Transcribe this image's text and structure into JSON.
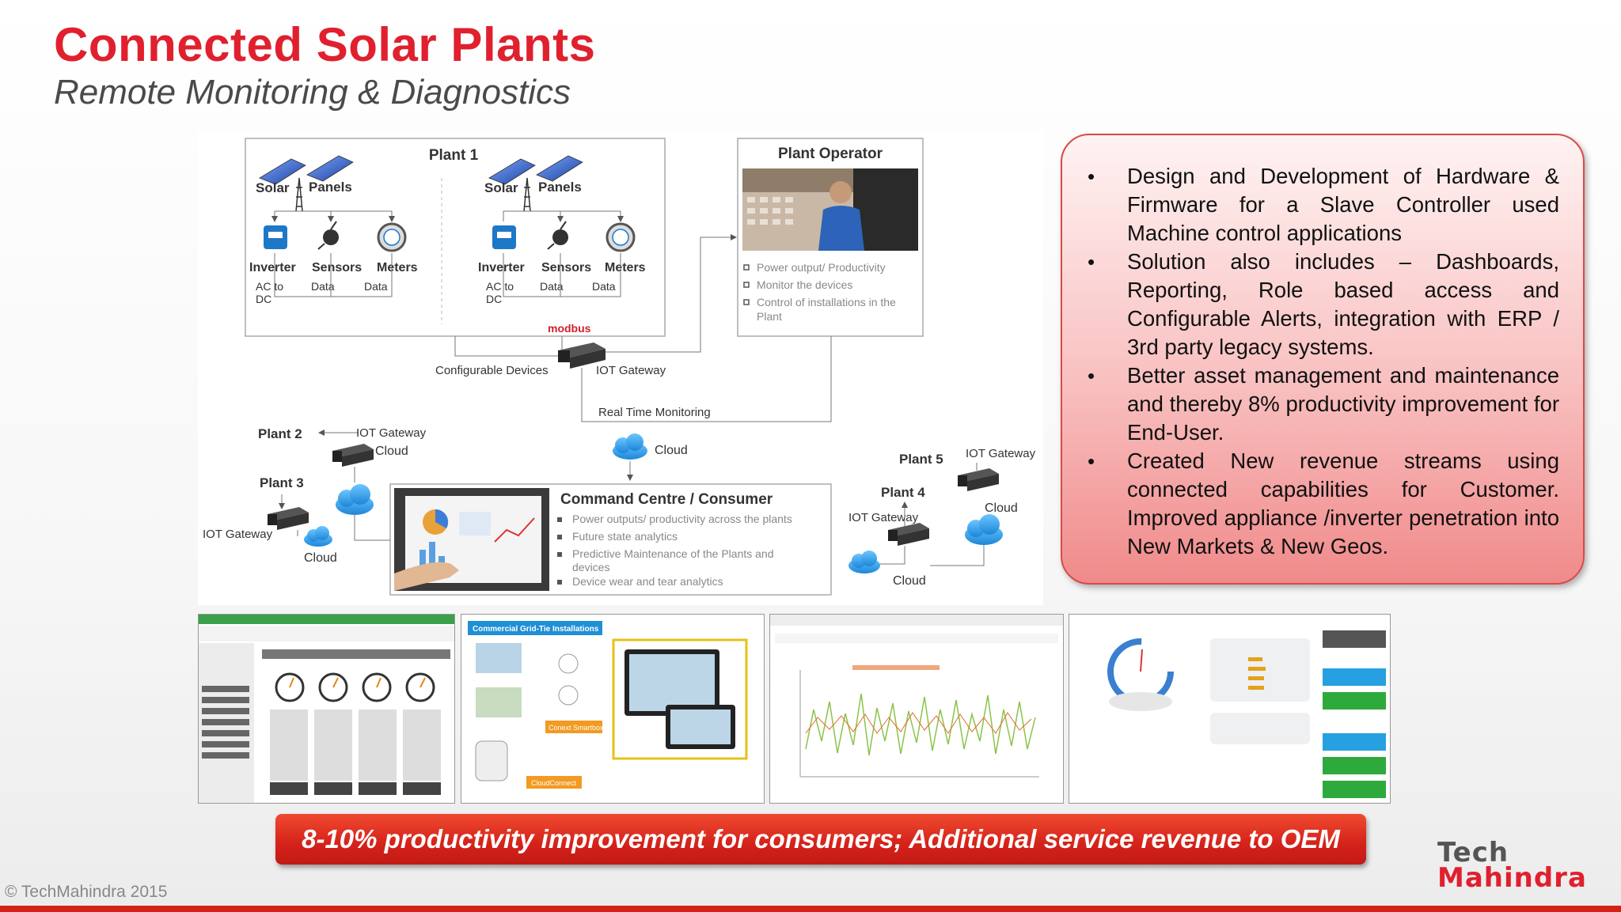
{
  "header": {
    "title": "Connected Solar Plants",
    "subtitle": "Remote Monitoring & Diagnostics"
  },
  "diagram": {
    "plant1": {
      "title": "Plant 1",
      "solar": "Solar",
      "panels": "Panels",
      "inverter": "Inverter",
      "sensors": "Sensors",
      "meters": "Meters",
      "ac_to": "AC to",
      "dc": "DC",
      "data": "Data",
      "modbus": "modbus"
    },
    "plant_operator": {
      "title": "Plant Operator",
      "items": [
        "Power output/ Productivity",
        "Monitor the devices",
        "Control of installations in the",
        "Plant"
      ]
    },
    "configurable_devices": "Configurable Devices",
    "iot_gateway": "IOT Gateway",
    "real_time_monitoring": "Real Time Monitoring",
    "cloud": "Cloud",
    "plant2": "Plant 2",
    "plant3": "Plant 3",
    "plant4": "Plant 4",
    "plant5": "Plant 5",
    "command_centre": {
      "title": "Command Centre / Consumer",
      "items": [
        "Power outputs/ productivity across the plants",
        "Future state analytics",
        "Predictive Maintenance of the Plants and",
        "devices",
        "Device wear and tear analytics"
      ]
    }
  },
  "callout": {
    "bullets": [
      "Design and Development of Hardware & Firmware for a Slave Controller used Machine control applications",
      "Solution also includes – Dashboards, Reporting, Role based access and Configurable Alerts, integration with ERP / 3rd party legacy systems.",
      "Better asset management and maintenance and thereby 8% productivity improvement for End-User.",
      "Created New revenue streams using connected capabilities for Customer. Improved appliance /inverter penetration into New Markets & New Geos."
    ]
  },
  "screenshots": {
    "grid_tie_title": "Commercial Grid-Tie Installations",
    "smartbox": "Conext Smartbox",
    "cloudconnect": "CloudConnect"
  },
  "banner": "8-10% productivity improvement for consumers; Additional service revenue to OEM",
  "footer": {
    "copyright": "© TechMahindra 2015",
    "logo_line1": "Tech",
    "logo_line2": "Mahindra"
  },
  "colors": {
    "brand_red": "#e0202e",
    "banner_red": "#d4221a",
    "modbus_red": "#d0202a"
  }
}
